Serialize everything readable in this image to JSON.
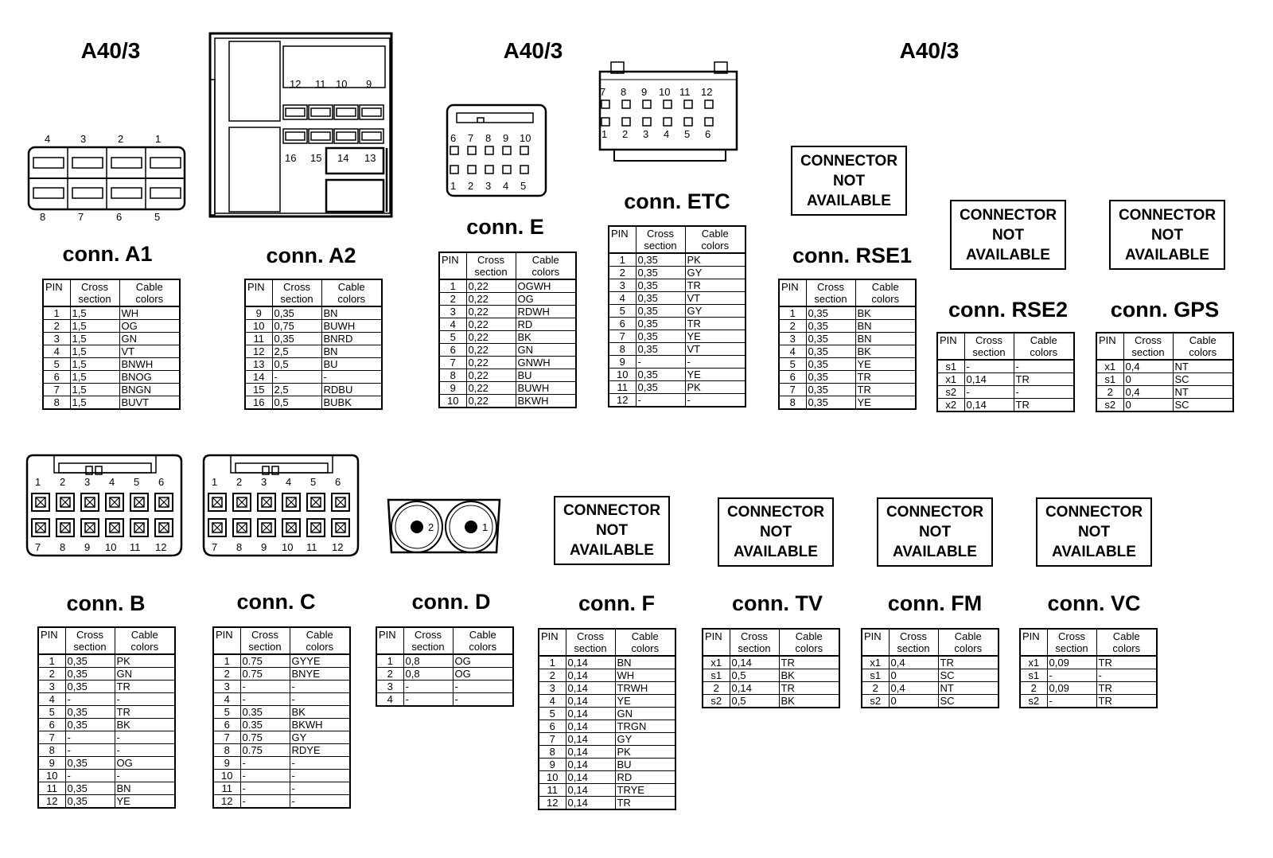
{
  "headers": {
    "a403_left": "A40/3",
    "a403_mid": "A40/3",
    "a403_right": "A40/3"
  },
  "table_header": {
    "pin": "PIN",
    "cross1": "Cross",
    "cross2": "section",
    "cable1": "Cable",
    "cable2": "colors"
  },
  "na_text": {
    "line1": "CONNECTOR",
    "line2": "NOT",
    "line3": "AVAILABLE"
  },
  "connectors": {
    "A1": {
      "title": "conn. A1",
      "pin_labels_top": [
        "4",
        "3",
        "2",
        "1"
      ],
      "pin_labels_bottom": [
        "8",
        "7",
        "6",
        "5"
      ],
      "rows": [
        [
          "1",
          "1,5",
          "WH"
        ],
        [
          "2",
          "1,5",
          "OG"
        ],
        [
          "3",
          "1,5",
          "GN"
        ],
        [
          "4",
          "1,5",
          "VT"
        ],
        [
          "5",
          "1,5",
          "BNWH"
        ],
        [
          "6",
          "1,5",
          "BNOG"
        ],
        [
          "7",
          "1,5",
          "BNGN"
        ],
        [
          "8",
          "1,5",
          "BUVT"
        ]
      ]
    },
    "A2": {
      "title": "conn. A2",
      "pin_labels_top": [
        "12",
        "11",
        "10",
        "9"
      ],
      "pin_labels_bottom": [
        "16",
        "15",
        "14",
        "13"
      ],
      "rows": [
        [
          "9",
          "0,35",
          "BN"
        ],
        [
          "10",
          "0,75",
          "BUWH"
        ],
        [
          "11",
          "0,35",
          "BNRD"
        ],
        [
          "12",
          "2,5",
          "BN"
        ],
        [
          "13",
          "0,5",
          "BU"
        ],
        [
          "14",
          "-",
          "-"
        ],
        [
          "15",
          "2,5",
          "RDBU"
        ],
        [
          "16",
          "0,5",
          "BUBK"
        ]
      ]
    },
    "E": {
      "title": "conn. E",
      "pin_labels_top": [
        "6",
        "7",
        "8",
        "9",
        "10"
      ],
      "pin_labels_bottom": [
        "1",
        "2",
        "3",
        "4",
        "5"
      ],
      "rows": [
        [
          "1",
          "0,22",
          "OGWH"
        ],
        [
          "2",
          "0,22",
          "OG"
        ],
        [
          "3",
          "0,22",
          "RDWH"
        ],
        [
          "4",
          "0,22",
          "RD"
        ],
        [
          "5",
          "0,22",
          "BK"
        ],
        [
          "6",
          "0,22",
          "GN"
        ],
        [
          "7",
          "0,22",
          "GNWH"
        ],
        [
          "8",
          "0,22",
          "BU"
        ],
        [
          "9",
          "0,22",
          "BUWH"
        ],
        [
          "10",
          "0,22",
          "BKWH"
        ]
      ]
    },
    "ETC": {
      "title": "conn. ETC",
      "pin_labels_top": [
        "7",
        "8",
        "9",
        "10",
        "11",
        "12"
      ],
      "pin_labels_bottom": [
        "1",
        "2",
        "3",
        "4",
        "5",
        "6"
      ],
      "rows": [
        [
          "1",
          "0,35",
          "PK"
        ],
        [
          "2",
          "0,35",
          "GY"
        ],
        [
          "3",
          "0,35",
          "TR"
        ],
        [
          "4",
          "0,35",
          "VT"
        ],
        [
          "5",
          "0,35",
          "GY"
        ],
        [
          "6",
          "0,35",
          "TR"
        ],
        [
          "7",
          "0,35",
          "YE"
        ],
        [
          "8",
          "0,35",
          "VT"
        ],
        [
          "9",
          "-",
          "-"
        ],
        [
          "10",
          "0,35",
          "YE"
        ],
        [
          "11",
          "0,35",
          "PK"
        ],
        [
          "12",
          "-",
          "-"
        ]
      ]
    },
    "RSE1": {
      "title": "conn. RSE1",
      "rows": [
        [
          "1",
          "0,35",
          "BK"
        ],
        [
          "2",
          "0,35",
          "BN"
        ],
        [
          "3",
          "0,35",
          "BN"
        ],
        [
          "4",
          "0,35",
          "BK"
        ],
        [
          "5",
          "0,35",
          "YE"
        ],
        [
          "6",
          "0,35",
          "TR"
        ],
        [
          "7",
          "0,35",
          "TR"
        ],
        [
          "8",
          "0,35",
          "YE"
        ]
      ]
    },
    "RSE2": {
      "title": "conn. RSE2",
      "rows": [
        [
          "s1",
          "-",
          "-"
        ],
        [
          "x1",
          "0,14",
          "TR"
        ],
        [
          "s2",
          "-",
          "-"
        ],
        [
          "x2",
          "0,14",
          "TR"
        ]
      ]
    },
    "GPS": {
      "title": "conn. GPS",
      "rows": [
        [
          "x1",
          "0,4",
          "NT"
        ],
        [
          "s1",
          "0",
          "SC"
        ],
        [
          "2",
          "0,4",
          "NT"
        ],
        [
          "s2",
          "0",
          "SC"
        ]
      ]
    },
    "B": {
      "title": "conn. B",
      "pin_labels_top": [
        "1",
        "2",
        "3",
        "4",
        "5",
        "6"
      ],
      "pin_labels_bottom": [
        "7",
        "8",
        "9",
        "10",
        "11",
        "12"
      ],
      "rows": [
        [
          "1",
          "0,35",
          "PK"
        ],
        [
          "2",
          "0,35",
          "GN"
        ],
        [
          "3",
          "0,35",
          "TR"
        ],
        [
          "4",
          "-",
          "-"
        ],
        [
          "5",
          "0,35",
          "TR"
        ],
        [
          "6",
          "0,35",
          "BK"
        ],
        [
          "7",
          "-",
          "-"
        ],
        [
          "8",
          "-",
          "-"
        ],
        [
          "9",
          "0,35",
          "OG"
        ],
        [
          "10",
          "-",
          "-"
        ],
        [
          "11",
          "0,35",
          "BN"
        ],
        [
          "12",
          "0,35",
          "YE"
        ]
      ]
    },
    "C": {
      "title": "conn. C",
      "pin_labels_top": [
        "1",
        "2",
        "3",
        "4",
        "5",
        "6"
      ],
      "pin_labels_bottom": [
        "7",
        "8",
        "9",
        "10",
        "11",
        "12"
      ],
      "rows": [
        [
          "1",
          "0.75",
          "GYYE"
        ],
        [
          "2",
          "0.75",
          "BNYE"
        ],
        [
          "3",
          "-",
          "-"
        ],
        [
          "4",
          "-",
          "-"
        ],
        [
          "5",
          "0.35",
          "BK"
        ],
        [
          "6",
          "0.35",
          "BKWH"
        ],
        [
          "7",
          "0.75",
          "GY"
        ],
        [
          "8",
          "0.75",
          "RDYE"
        ],
        [
          "9",
          "-",
          "-"
        ],
        [
          "10",
          "-",
          "-"
        ],
        [
          "11",
          "-",
          "-"
        ],
        [
          "12",
          "-",
          "-"
        ]
      ]
    },
    "D": {
      "title": "conn. D",
      "pin_labels": [
        "2",
        "1"
      ],
      "rows": [
        [
          "1",
          "0,8",
          "OG"
        ],
        [
          "2",
          "0,8",
          "OG"
        ],
        [
          "3",
          "-",
          "-"
        ],
        [
          "4",
          "-",
          "-"
        ]
      ]
    },
    "F": {
      "title": "conn. F",
      "rows": [
        [
          "1",
          "0,14",
          "BN"
        ],
        [
          "2",
          "0,14",
          "WH"
        ],
        [
          "3",
          "0,14",
          "TRWH"
        ],
        [
          "4",
          "0,14",
          "YE"
        ],
        [
          "5",
          "0,14",
          "GN"
        ],
        [
          "6",
          "0,14",
          "TRGN"
        ],
        [
          "7",
          "0,14",
          "GY"
        ],
        [
          "8",
          "0,14",
          "PK"
        ],
        [
          "9",
          "0,14",
          "BU"
        ],
        [
          "10",
          "0,14",
          "RD"
        ],
        [
          "11",
          "0,14",
          "TRYE"
        ],
        [
          "12",
          "0,14",
          "TR"
        ]
      ]
    },
    "TV": {
      "title": "conn. TV",
      "rows": [
        [
          "x1",
          "0,14",
          "TR"
        ],
        [
          "s1",
          "0,5",
          "BK"
        ],
        [
          "2",
          "0,14",
          "TR"
        ],
        [
          "s2",
          "0,5",
          "BK"
        ]
      ]
    },
    "FM": {
      "title": "conn. FM",
      "rows": [
        [
          "x1",
          "0,4",
          "TR"
        ],
        [
          "s1",
          "0",
          "SC"
        ],
        [
          "2",
          "0,4",
          "NT"
        ],
        [
          "s2",
          "0",
          "SC"
        ]
      ]
    },
    "VC": {
      "title": "conn. VC",
      "rows": [
        [
          "x1",
          "0,09",
          "TR"
        ],
        [
          "s1",
          "-",
          "-"
        ],
        [
          "2",
          "0,09",
          "TR"
        ],
        [
          "s2",
          "-",
          "TR"
        ]
      ]
    }
  }
}
